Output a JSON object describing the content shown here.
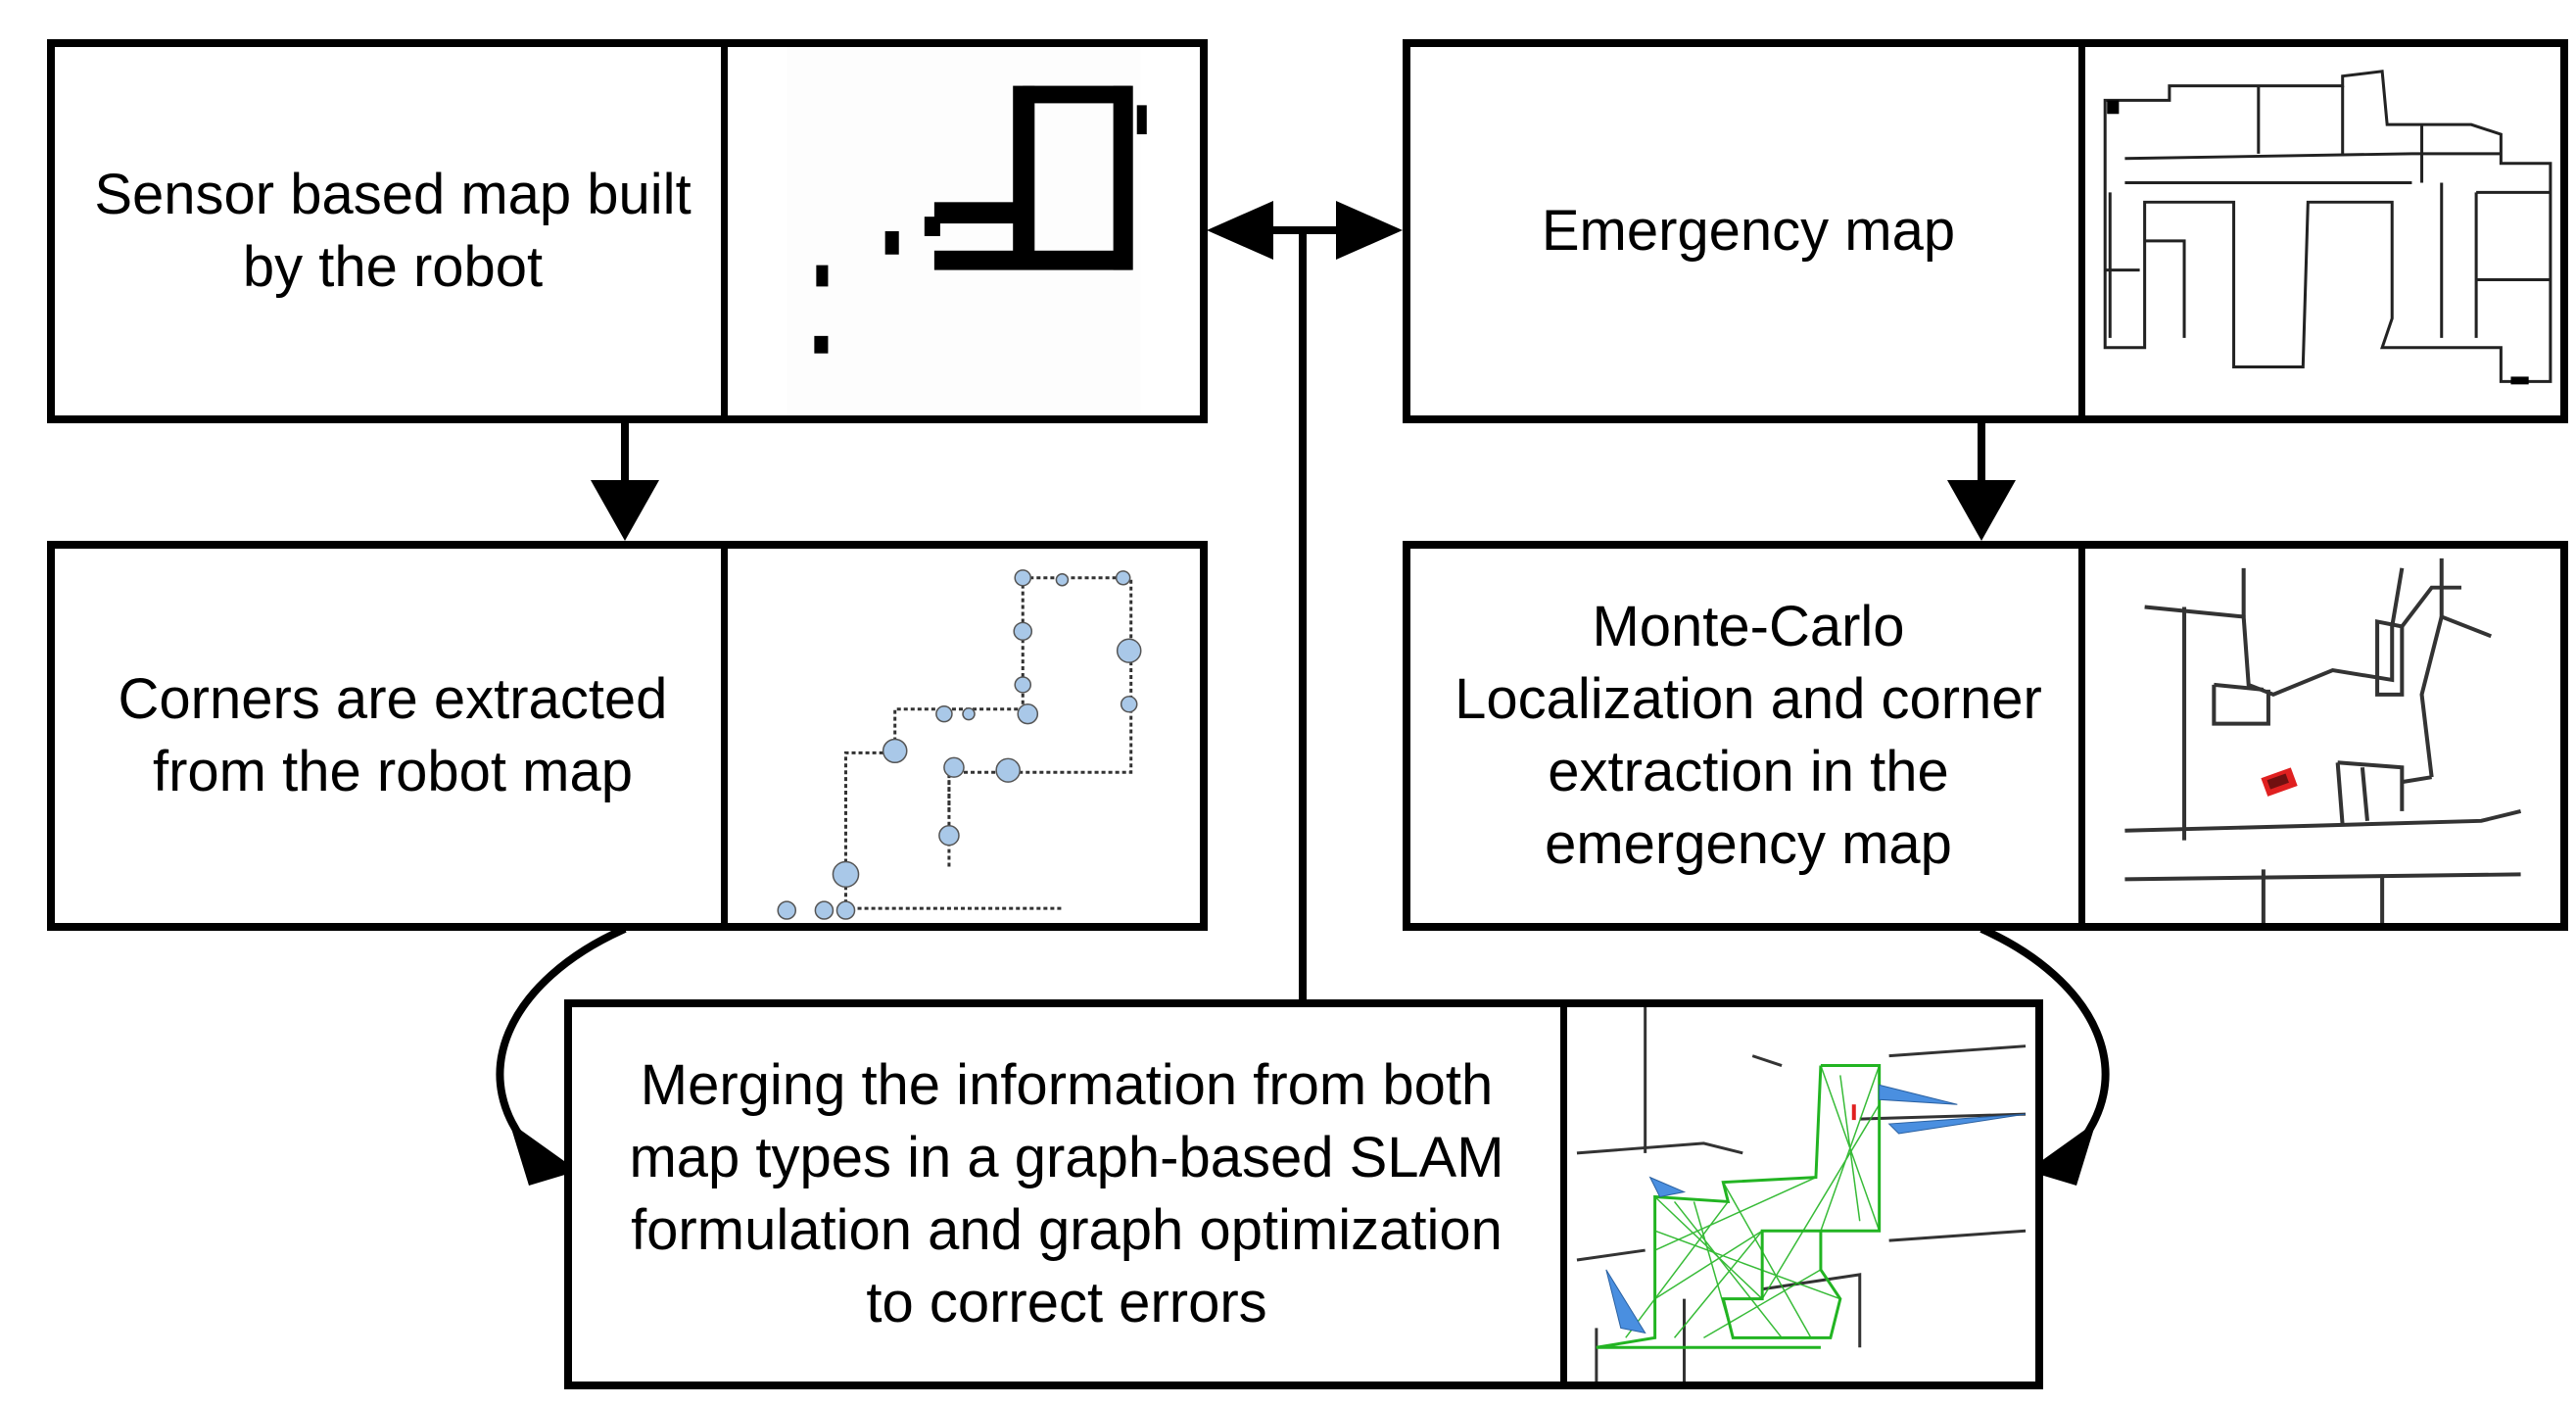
{
  "boxes": {
    "sensor_map": {
      "lines": [
        "Sensor based map built",
        "by the robot"
      ]
    },
    "emergency_map": {
      "lines": [
        "Emergency map"
      ]
    },
    "corners": {
      "lines": [
        "Corners are extracted",
        "from the robot map"
      ]
    },
    "monte_carlo": {
      "lines": [
        "Monte-Carlo",
        "Localization and corner",
        "extraction in the",
        "emergency map"
      ]
    },
    "merging": {
      "lines": [
        "Merging the information from both",
        "map types in a graph-based SLAM",
        "formulation and graph optimization",
        "to correct errors"
      ]
    }
  },
  "colors": {
    "stroke": "#000000",
    "corner_marker": "#a9c8e8",
    "robot_marker": "#e02020",
    "graph_edge": "#22b422",
    "graph_flag": "#4a8fe0"
  }
}
